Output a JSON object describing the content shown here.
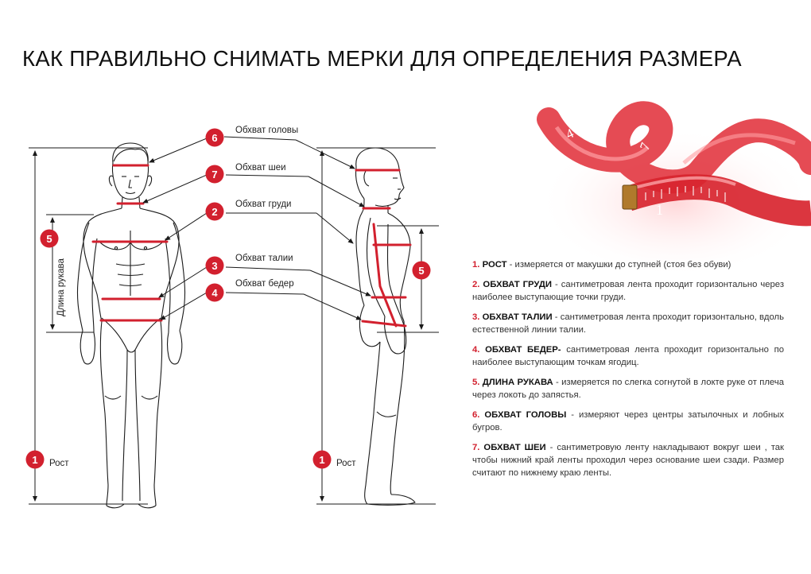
{
  "title": "КАК ПРАВИЛЬНО СНИМАТЬ МЕРКИ ДЛЯ ОПРЕДЕЛЕНИЯ РАЗМЕРА",
  "colors": {
    "accent": "#d2202e",
    "line": "#1a1a1a"
  },
  "callouts": [
    {
      "number": "6",
      "label": "Обхват головы"
    },
    {
      "number": "7",
      "label": "Обхват шеи"
    },
    {
      "number": "2",
      "label": "Обхват груди"
    },
    {
      "number": "3",
      "label": "Обхват талии"
    },
    {
      "number": "4",
      "label": "Обхват бедер"
    }
  ],
  "front_markers": {
    "sleeve": {
      "number": "5",
      "label": "Длина рукава"
    },
    "height": {
      "number": "1",
      "label": "Рост"
    }
  },
  "side_markers": {
    "sleeve": {
      "number": "5"
    },
    "height": {
      "number": "1",
      "label": "Рост"
    }
  },
  "tape_ruler_numbers": [
    "1",
    "4",
    "7"
  ],
  "legend": [
    {
      "number": "1.",
      "title": "РОСТ",
      "text": " - измеряется от макушки до ступней (стоя без обуви)"
    },
    {
      "number": "2.",
      "title": "ОБХВАТ ГРУДИ",
      "text": " - сантиметровая лента проходит  горизонтально через наиболее выступающие точки груди."
    },
    {
      "number": "3.",
      "title": "ОБХВАТ ТАЛИИ",
      "text": " -  сантиметровая лента проходит  горизонтально, вдоль естественной линии талии."
    },
    {
      "number": "4.",
      "title": "ОБХВАТ БЕДЕР-",
      "text": " сантиметровая лента проходит  горизонтально по наиболее выступающим точкам ягодиц."
    },
    {
      "number": "5.",
      "title": "ДЛИНА РУКАВА",
      "text": " - измеряется  по слегка согнутой  в локте руке  от плеча через локоть до запястья."
    },
    {
      "number": "6.",
      "title": "ОБХВАТ ГОЛОВЫ",
      "text": " - измеряют через центры затылочных и лобных бугров."
    },
    {
      "number": "7.",
      "title": "ОБХВАТ ШЕИ",
      "text": "  - сантиметровую ленту накладывают вокруг шеи , так чтобы нижний край ленты проходил через основание шеи сзади. Размер считают по нижнему краю ленты."
    }
  ]
}
